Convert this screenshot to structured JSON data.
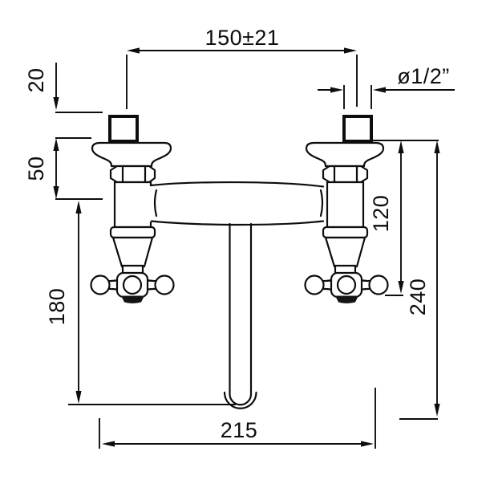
{
  "drawing": {
    "labels": {
      "center_distance": "150±21",
      "thread_size": "ø1/2”",
      "dim_20": "20",
      "dim_50": "50",
      "dim_180": "180",
      "dim_120": "120",
      "dim_240": "240",
      "dim_215": "215"
    },
    "colors": {
      "line": "#0d0d0d",
      "background": "#ffffff"
    }
  }
}
